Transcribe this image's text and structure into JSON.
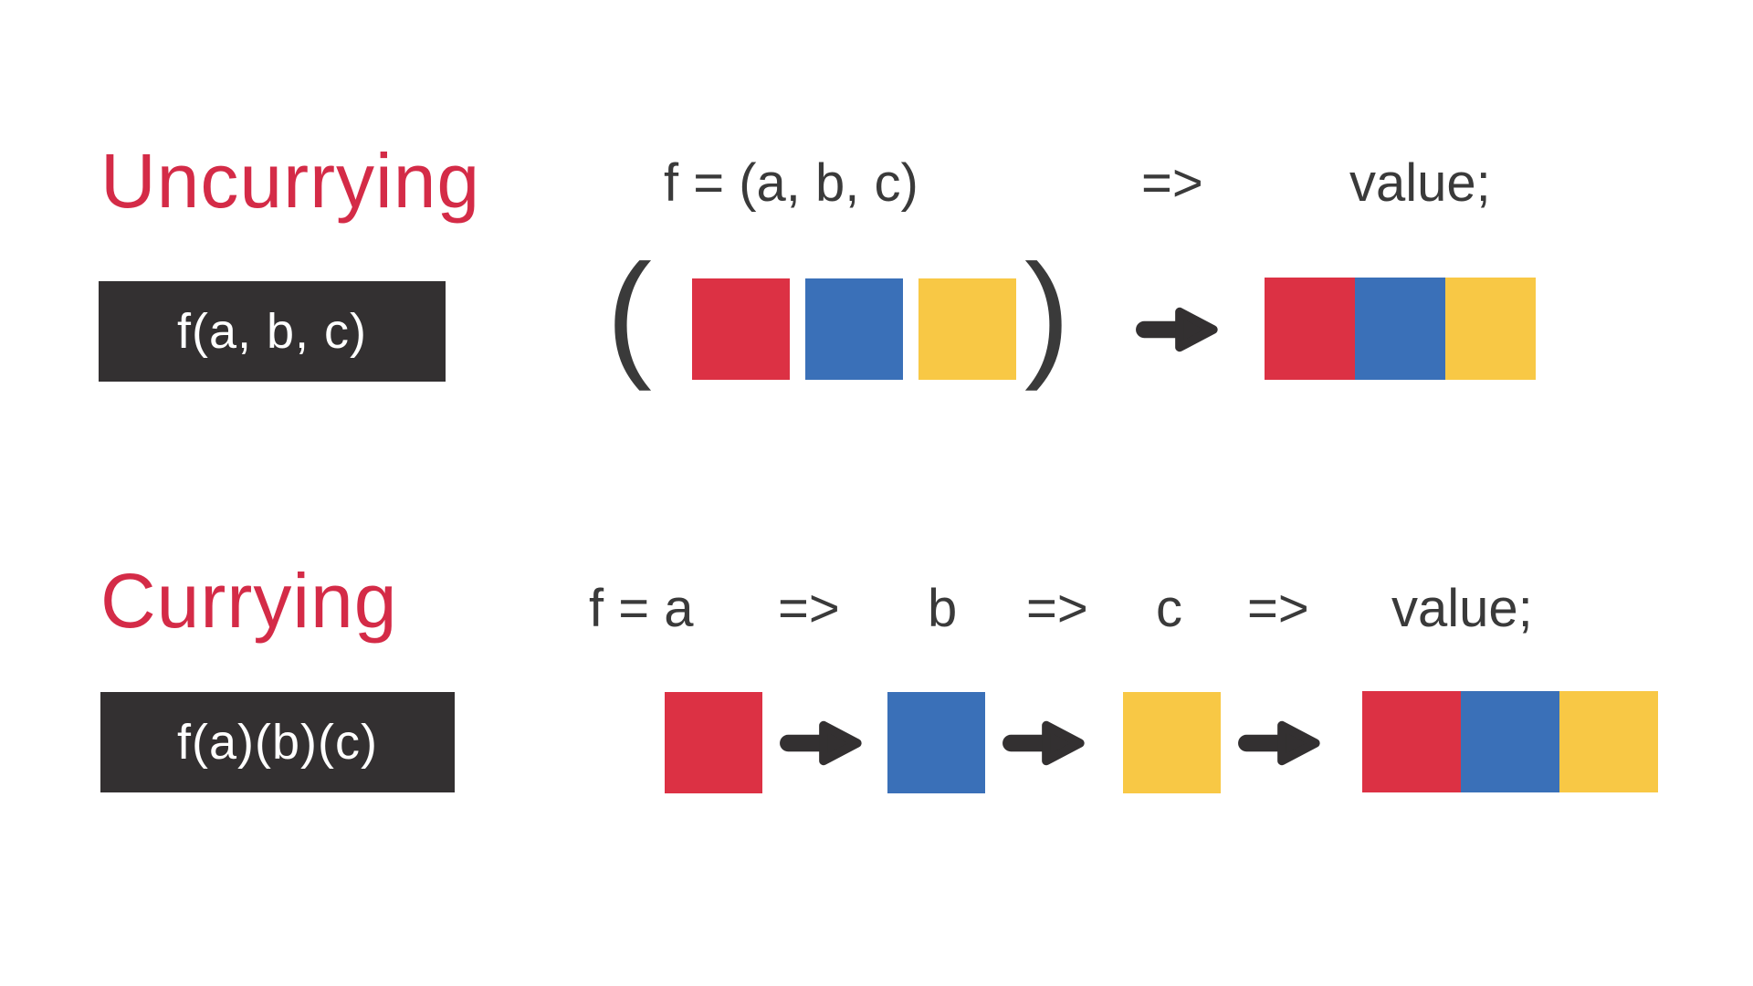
{
  "colors": {
    "background": "#ffffff",
    "title_red": "#d42b47",
    "square_red": "#dc3144",
    "square_blue": "#3a70b8",
    "square_yellow": "#f8c845",
    "dark_box": "#333031",
    "arrow": "#333031",
    "expression_text": "#3a3a3a",
    "code_text": "#ffffff"
  },
  "uncurrying": {
    "title": "Uncurrying",
    "code_label": "f(a, b, c)",
    "expression": {
      "lhs": "f = (a, b, c)",
      "arrow": "=>",
      "result": "value;"
    },
    "open_paren": "(",
    "close_paren": ")",
    "argument_squares": [
      "red",
      "blue",
      "yellow"
    ],
    "result_segments": [
      "red",
      "blue",
      "yellow"
    ]
  },
  "currying": {
    "title": "Currying",
    "code_label": "f(a)(b)(c)",
    "expression": {
      "lhs": "f = a",
      "arrow1": "=>",
      "arg_b": "b",
      "arrow2": "=>",
      "arg_c": "c",
      "arrow3": "=>",
      "result": "value;"
    },
    "argument_squares": [
      "red",
      "blue",
      "yellow"
    ],
    "result_segments": [
      "red",
      "blue",
      "yellow"
    ]
  }
}
